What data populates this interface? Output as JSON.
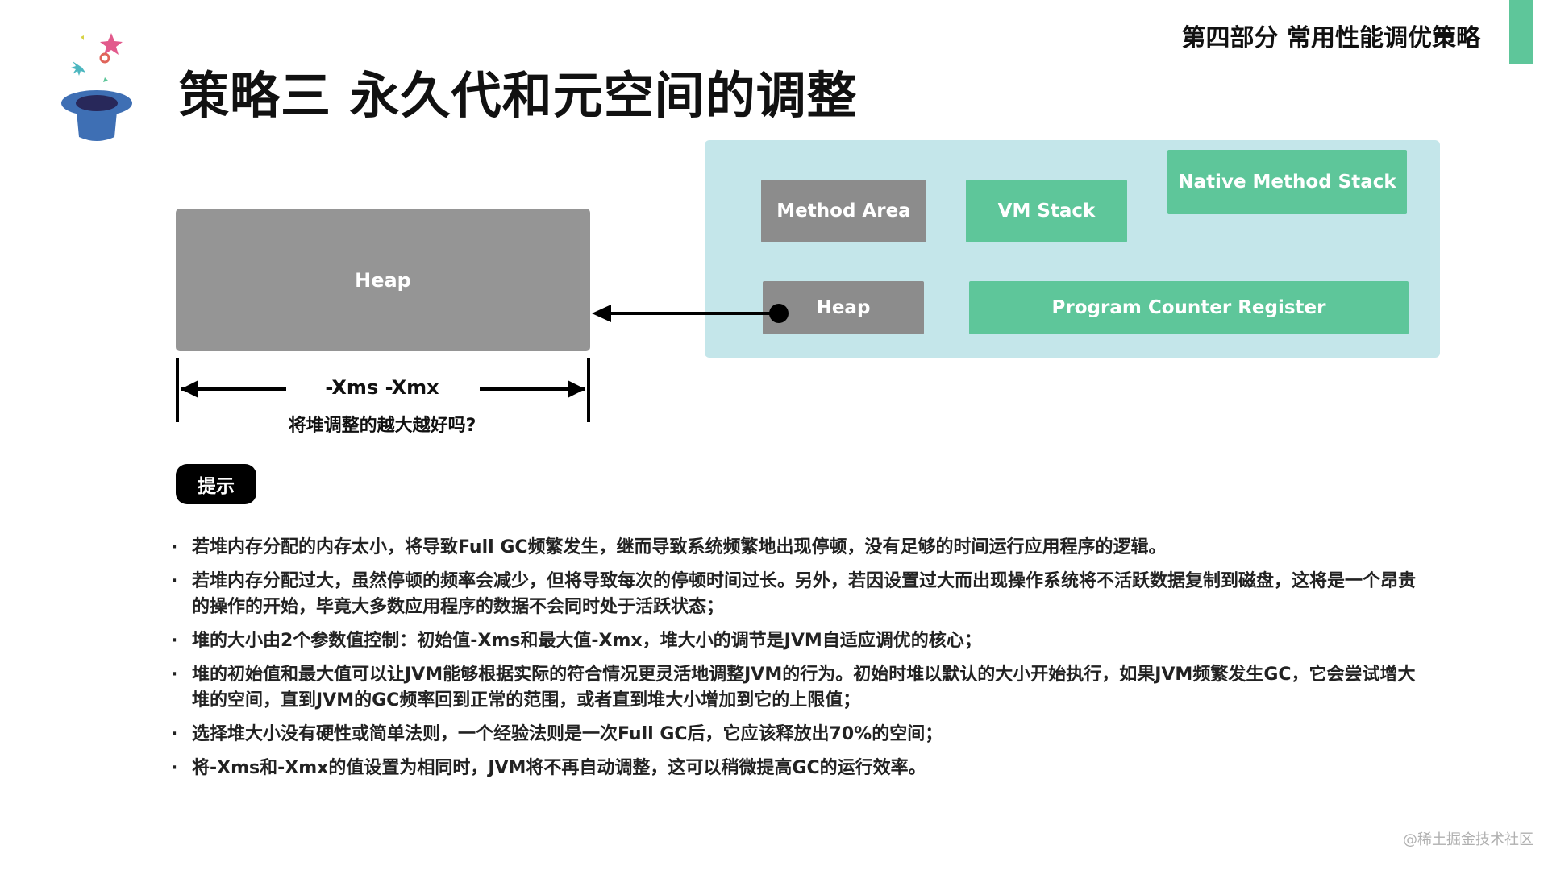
{
  "header": {
    "section": "第四部分 常用性能调优策略",
    "title": "策略三 永久代和元空间的调整"
  },
  "diagram": {
    "heap_block": "Heap",
    "range_label": "-Xms -Xmx",
    "range_question": "将堆调整的越大越好吗?",
    "jvm_areas": {
      "method_area": "Method Area",
      "vm_stack": "VM Stack",
      "native_method_stack": "Native Method Stack",
      "heap": "Heap",
      "program_counter": "Program Counter Register"
    }
  },
  "hint": {
    "label": "提示",
    "items": [
      "若堆内存分配的内存太小，将导致Full GC频繁发生，继而导致系统频繁地出现停顿，没有足够的时间运行应用程序的逻辑。",
      "若堆内存分配过大，虽然停顿的频率会减少，但将导致每次的停顿时间过长。另外，若因设置过大而出现操作系统将不活跃数据复制到磁盘，这将是一个昂贵的操作的开始，毕竟大多数应用程序的数据不会同时处于活跃状态；",
      "堆的大小由2个参数值控制：初始值-Xms和最大值-Xmx，堆大小的调节是JVM自适应调优的核心；",
      "堆的初始值和最大值可以让JVM能够根据实际的符合情况更灵活地调整JVM的行为。初始时堆以默认的大小开始执行，如果JVM频繁发生GC，它会尝试增大堆的空间，直到JVM的GC频率回到正常的范围，或者直到堆大小增加到它的上限值；",
      "选择堆大小没有硬性或简单法则，一个经验法则是一次Full GC后，它应该释放出70%的空间；",
      "将-Xms和-Xmx的值设置为相同时，JVM将不再自动调整，这可以稍微提高GC的运行效率。"
    ]
  },
  "watermark": "@稀土掘金技术社区",
  "colors": {
    "accent_green": "#5ec69a",
    "panel_bg": "#c4e6ea",
    "gray_block": "#8c8c8c"
  }
}
